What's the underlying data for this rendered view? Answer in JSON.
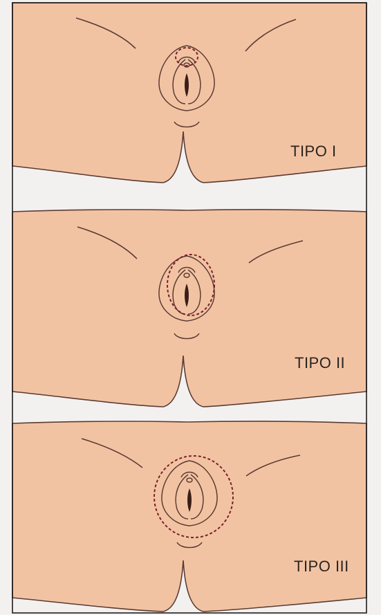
{
  "panels": [
    {
      "id": "tipo-1",
      "label": "TIPO I",
      "cut": "clitoris"
    },
    {
      "id": "tipo-2",
      "label": "TIPO II",
      "cut": "clitoris-and-labia-minora"
    },
    {
      "id": "tipo-3",
      "label": "TIPO III",
      "cut": "full-external-area"
    }
  ],
  "colors": {
    "skin": "#f2c3a3",
    "paper": "#f3f1ef",
    "outline": "#5b3b33",
    "cut_line": "#7b1f2a",
    "frame": "#111111"
  }
}
